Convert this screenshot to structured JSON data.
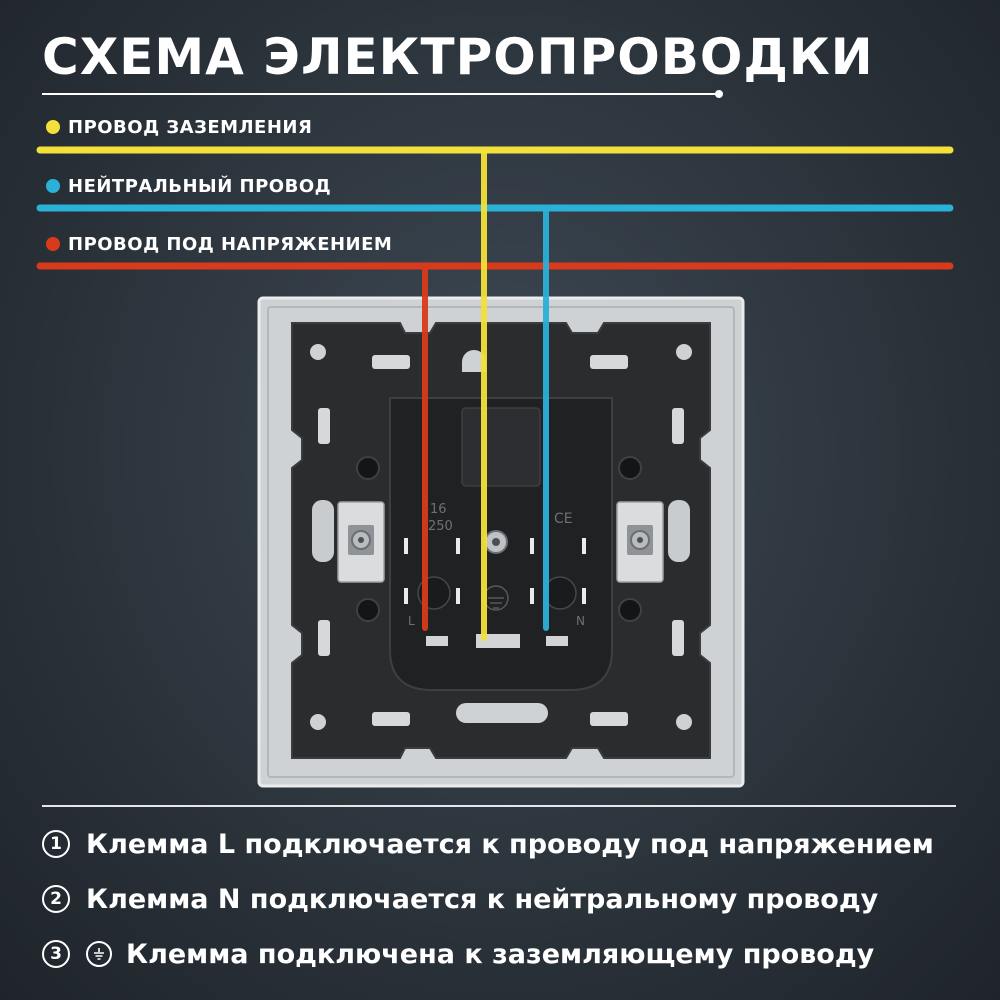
{
  "title": "СХЕМА ЭЛЕКТРОПРОВОДКИ",
  "legend": [
    {
      "label": "ПРОВОД ЗАЗЕМЛЕНИЯ",
      "color": "#f4e03a"
    },
    {
      "label": "НЕЙТРАЛЬНЫЙ ПРОВОД",
      "color": "#2bb0d8"
    },
    {
      "label": "ПРОВОД ПОД НАПРЯЖЕНИЕМ",
      "color": "#d93a1b"
    }
  ],
  "socket": {
    "rating_current": "16",
    "rating_voltage": "250",
    "mark_ce": "CE",
    "terminal_l": "L",
    "terminal_n": "N"
  },
  "steps": [
    {
      "number": "1",
      "text": "Клемма L подключается к проводу под напряжением"
    },
    {
      "number": "2",
      "text": "Клемма N подключается к нейтральному проводу"
    },
    {
      "number": "3",
      "text": "Клемма подключена к заземляющему проводу"
    }
  ]
}
